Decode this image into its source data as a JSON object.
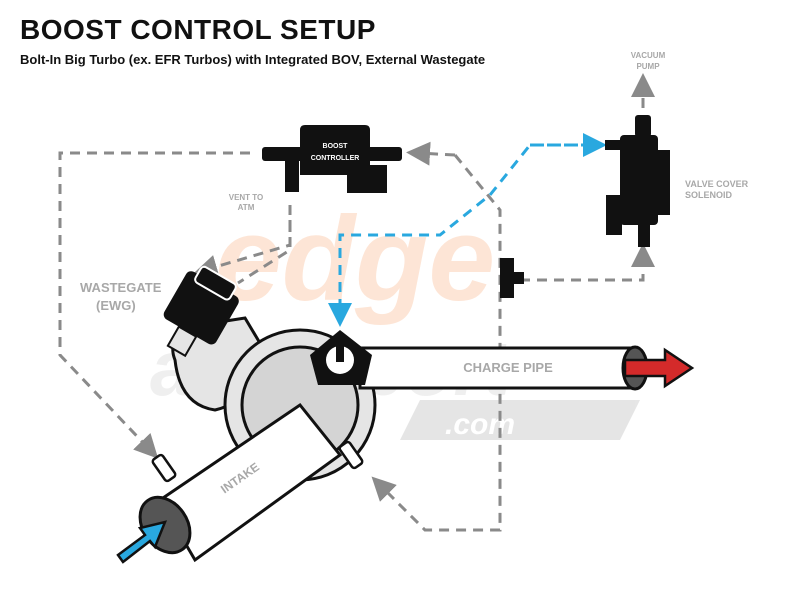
{
  "header": {
    "title": "BOOST CONTROL SETUP",
    "subtitle": "Bolt-In Big Turbo (ex. EFR Turbos) with Integrated BOV, External Wastegate"
  },
  "labels": {
    "boost_controller_1": "BOOST",
    "boost_controller_2": "CONTROLLER",
    "vent_1": "VENT TO",
    "vent_2": "ATM",
    "vacuum_1": "VACUUM",
    "vacuum_2": "PUMP",
    "solenoid_1": "VALVE COVER",
    "solenoid_2": "SOLENOID",
    "wastegate_1": "WASTEGATE",
    "wastegate_2": "(EWG)",
    "charge_pipe": "CHARGE PIPE",
    "intake": "INTAKE"
  },
  "watermark": {
    "brand": "edge",
    "sub": "autosport",
    "domain": ".com"
  },
  "colors": {
    "blue_line": "#29a8df",
    "grey_line": "#8a8a8a",
    "arrow_in": "#29a8df",
    "arrow_out": "#d42a2a"
  }
}
